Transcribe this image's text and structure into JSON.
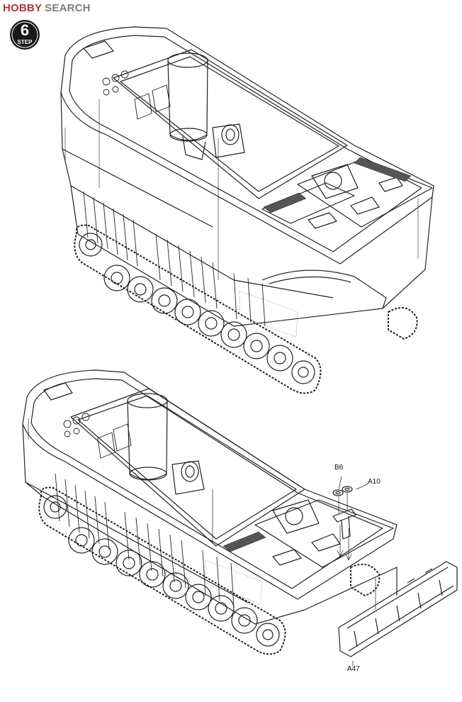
{
  "watermark": {
    "logo": "HOBBY",
    "text": "SEARCH"
  },
  "step": {
    "number": "6",
    "label": "STEP"
  },
  "callouts": {
    "b6": "B6",
    "a10": "A10",
    "a47": "A47"
  }
}
